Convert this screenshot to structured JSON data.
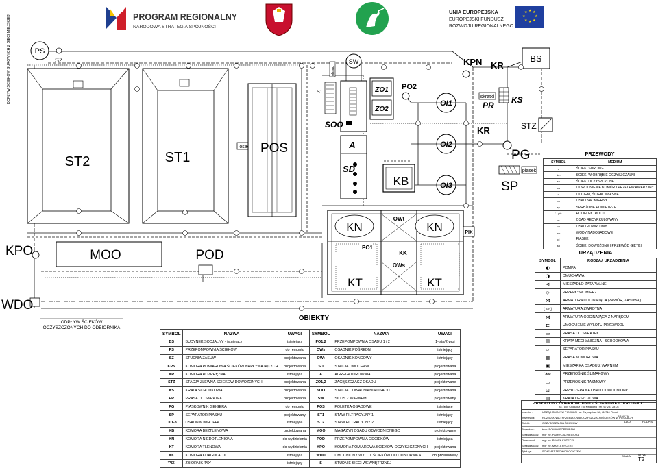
{
  "header": {
    "program_title": "PROGRAM REGIONALNY",
    "program_subtitle": "NARODOWA STRATEGIA SPÓJNOŚCI",
    "eu_line1": "UNIA EUROPEJSKA",
    "eu_line2": "EUROPEJSKI FUNDUSZ",
    "eu_line3": "ROZWOJU REGIONALNEGO"
  },
  "diagram": {
    "ps": "PS",
    "sz": "SZ",
    "sw": "SW",
    "kpn": "KPN",
    "kr": "KR",
    "kr2": "KR",
    "bs": "BS",
    "st2": "ST2",
    "st1": "ST1",
    "osad": "osad",
    "pos": "POS",
    "obsad": "obsad",
    "s1": "S1",
    "zo1": "ZO1",
    "zo2": "ZO2",
    "po2": "PO2",
    "soo": "SOO",
    "a": "A",
    "sd": "SD",
    "kb": "KB",
    "oi1": "OI1",
    "oi2": "OI2",
    "oi3": "OI3",
    "skratki": "skratki",
    "pr": "PR",
    "ks": "KS",
    "stz": "STZ",
    "pg": "PG",
    "piasek": "piasek",
    "sp": "SP",
    "kn1": "KN",
    "kn2": "KN",
    "owt": "OWt",
    "po1": "PO1",
    "kk": "KK",
    "ows": "OWs",
    "kt1": "KT",
    "kt2": "KT",
    "pix": "PIX",
    "kpo": "KPO",
    "moo": "MOO",
    "pod": "POD",
    "wdo": "WDO",
    "inflow_label": "DOPŁYW ŚCIEKÓW SUROWYCH Z SIECI MIEJSKIEJ",
    "outflow_label_1": "ODPŁYW ŚCIEKÓW",
    "outflow_label_2": "OCZYSZCZONYCH DO ODBIORNIKA",
    "objects_title": "OBIEKTY"
  },
  "pipes_legend": {
    "title": "PRZEWODY",
    "col_symbol": "SYMBOL",
    "col_medium": "MEDIUM",
    "rows": [
      {
        "symbol": "s",
        "medium": "ŚCIEKI SUROWE"
      },
      {
        "symbol": "śm",
        "medium": "ŚCIEKI W OBRĘBIE OCZYSZCZALNI"
      },
      {
        "symbol": "so",
        "medium": "ŚCIEKI OCZYSZCZONE"
      },
      {
        "symbol": "ca",
        "medium": "ODWODNIENIE KOMÓR I PRZELEW AWARYJNY"
      },
      {
        "symbol": "---- d ----",
        "medium": "ODCIEKI, ŚCIEKI WŁASNE"
      },
      {
        "symbol": "on",
        "medium": "OSAD NADMIERNY"
      },
      {
        "symbol": "sp",
        "medium": "SPRĘŻONE POWIETRZE"
      },
      {
        "symbol": "- ' - pix -",
        "medium": "POLIELEKTROLIT"
      },
      {
        "symbol": "or",
        "medium": "OSAD RECYRKULOWANY"
      },
      {
        "symbol": "op",
        "medium": "OSAD POWROTNY"
      },
      {
        "symbol": "wn",
        "medium": "WODY NADOSADOWE"
      },
      {
        "symbol": "pi",
        "medium": "PIASEK"
      },
      {
        "symbol": "sd",
        "medium": "ŚCIEKI DOWOŻONE I PRZEWÓD GIĘTKI"
      }
    ]
  },
  "devices_legend": {
    "title": "URZĄDZENIA",
    "col_symbol": "SYMBOL",
    "col_kind": "RODZAJ URZĄDZENIA",
    "rows": [
      {
        "icon": "pump-icon",
        "label": "POMPA"
      },
      {
        "icon": "blower-icon",
        "label": "DMUCHAWA"
      },
      {
        "icon": "submersible-mixer-icon",
        "label": "MIESZADŁO ZATAPIALNE"
      },
      {
        "icon": "flowmeter-icon",
        "label": "PRZEPŁYWOMIERZ"
      },
      {
        "icon": "valve-icon",
        "label": "ARMATURA ODCINAJĄCA (ZAWÓR, ZASUWA)"
      },
      {
        "icon": "check-valve-icon",
        "label": "ARMATURA ZWROTNA"
      },
      {
        "icon": "actuated-valve-icon",
        "label": "ARMATURA ODCINAJĄCA Z NAPĘDEM"
      },
      {
        "icon": "outlet-icon",
        "label": "UMOCNIENIE WYLOTU PRZEWODU"
      },
      {
        "icon": "screen-press-icon",
        "label": "PRASA DO SKRATEK"
      },
      {
        "icon": "step-screen-icon",
        "label": "KRATA MECHANICZNA - SCHODKOWA"
      },
      {
        "icon": "sand-separator-icon",
        "label": "SEPARATOR PIASKU"
      },
      {
        "icon": "chamber-press-icon",
        "label": "PRASA KOMOROWA"
      },
      {
        "icon": "lime-mixer-icon",
        "label": "MIESZARKA OSADU Z WAPNEM"
      },
      {
        "icon": "screw-conveyor-icon",
        "label": "PRZENOŚNIK ŚLIMAKOWY"
      },
      {
        "icon": "belt-conveyor-icon",
        "label": "PRZENOŚNIK TAŚMOWY"
      },
      {
        "icon": "trailer-icon",
        "label": "PRZYCZEPA NA OSAD ODWODNIONY"
      },
      {
        "icon": "grate-icon",
        "label": "KRATA DESZCZOWA"
      }
    ]
  },
  "objects_table": {
    "headers": [
      "SYMBOL",
      "NAZWA",
      "UWAGI",
      "SYMBOL",
      "NAZWA",
      "UWAGI"
    ],
    "rows": [
      [
        "BS",
        "BUDYNEK SOCJALNY - istniejący",
        "istniejący",
        "PO1,2",
        "PRZEPOMPOWNIA OSADU 1 i 2",
        "1-istn/2-proj"
      ],
      [
        "PS",
        "PRZEPOMPOWNIA ŚCIEKÓW",
        "do remontu",
        "OWs",
        "OSADNIK POŚREDNI",
        "istniejący"
      ],
      [
        "SZ",
        "STUDNIA ZASUW",
        "projektowana",
        "OWt",
        "OSADNIK KOŃCOWY",
        "istniejący"
      ],
      [
        "KPN",
        "KOMORA POMIAROWA ŚCIEKÓW NAPŁYWAJĄCYCH",
        "projektowana",
        "SD",
        "STACJA DMUCHAW",
        "projektowana"
      ],
      [
        "KR",
        "KOMORA ROZPRĘŻNA",
        "istniejąca",
        "A",
        "AGREGATOROWNIA",
        "projektowana"
      ],
      [
        "STZ",
        "STACJA ZLEWNA ŚCIEKÓW DOWOŻONYCH",
        "projektowana",
        "ZO1,2",
        "ZAGĘSZCZACZ OSADU",
        "projektowane"
      ],
      [
        "KS",
        "KRATA SCHODKOWA",
        "projektowana",
        "SOO",
        "STACJA ODWADNIANIA OSADU",
        "projektowana"
      ],
      [
        "PR",
        "PRASA DO SKRATEK",
        "projektowana",
        "SW",
        "SILOS Z WAPNEM",
        "projektowany"
      ],
      [
        "PG",
        "PIASKOWNIK GEIGERA",
        "do remontu",
        "POS",
        "POLETKA OSADOWE",
        "istniejące"
      ],
      [
        "SP",
        "SEPARATOR PIASKU",
        "projektowany",
        "ST1",
        "STAW FILTRACYJNY 1",
        "istniejący"
      ],
      [
        "OI 1-3",
        "OSADNIK IMHOFFA",
        "istniejące",
        "ST2",
        "STAW FILTRACYJNY 2",
        "istniejący"
      ],
      [
        "KB",
        "KOMORA BEZTLENOWA",
        "projektowana",
        "MOO",
        "MAGAZYN OSADU ODWODNIONEGO",
        "projektowany"
      ],
      [
        "KN",
        "KOMORA NIEDOTLENIONA",
        "do wydzielenia",
        "POD",
        "PRZEPOMPOWNIA ODCIEKÓW",
        "istniejąca"
      ],
      [
        "KT",
        "KOMORA TLENOWA",
        "do wydzielenia",
        "KPO",
        "KOMORA POMIAROWA ŚCIEKÓW OCZYSZCZONYCH",
        "projektowana"
      ],
      [
        "KK",
        "KOMORA KOAGULACJI",
        "istniejąca",
        "WDO",
        "UMOCNIONY WYLOT ŚCIEKÓW DO ODBIORNIKA",
        "do przebudowy"
      ],
      [
        "'PIX'",
        "ZBIORNIK 'PIX'",
        "istniejący",
        "S",
        "STUDNIE SIECI WEWNĘTRZNEJ",
        ""
      ]
    ]
  },
  "title_block": {
    "heading": "ZAKŁAD INŻYNIERII WODNO - ŚCIEKOWEJ \"PROJEKT\"",
    "address": "84 - 800 Chodzież  •  ul. Kwiatowa  •  tel. 67 281 28 04",
    "rows": [
      [
        "Inwestor:",
        "URZĄD GMINY W PIECKACH   ul. Zwycięstwa 34, 11-710 Piecki"
      ],
      [
        "Inwestycja:",
        "ROZBUDOWA I PRZEBUDOWA OCZYSZCZALNI ŚCIEKÓW W PIECKACH"
      ],
      [
        "Obiekt:",
        "OCZYSZCZALNIA ŚCIEKÓW"
      ],
      [
        "Projektant:",
        "tech. ROMAN PORSUBSKI"
      ],
      [
        "Sprawdzający:",
        "mgr inż. PATRYCJA PIECIORA"
      ],
      [
        "Opracował:",
        "mgr inż. PAWEŁ KOTECKI"
      ],
      [
        "Sprawdzający:",
        "mgr inż. MARTA RYCERZ"
      ],
      [
        "Tytuł rys.",
        "SCHEMAT TECHNOLOGICZNY"
      ]
    ],
    "col_branza": "BRANŻA",
    "col_data": "DATA",
    "col_podpis": "PODPIS",
    "scale_label": "SKALA",
    "scale_value": "-",
    "drawing_no_label": "Nr rys.",
    "drawing_no": "T2"
  }
}
